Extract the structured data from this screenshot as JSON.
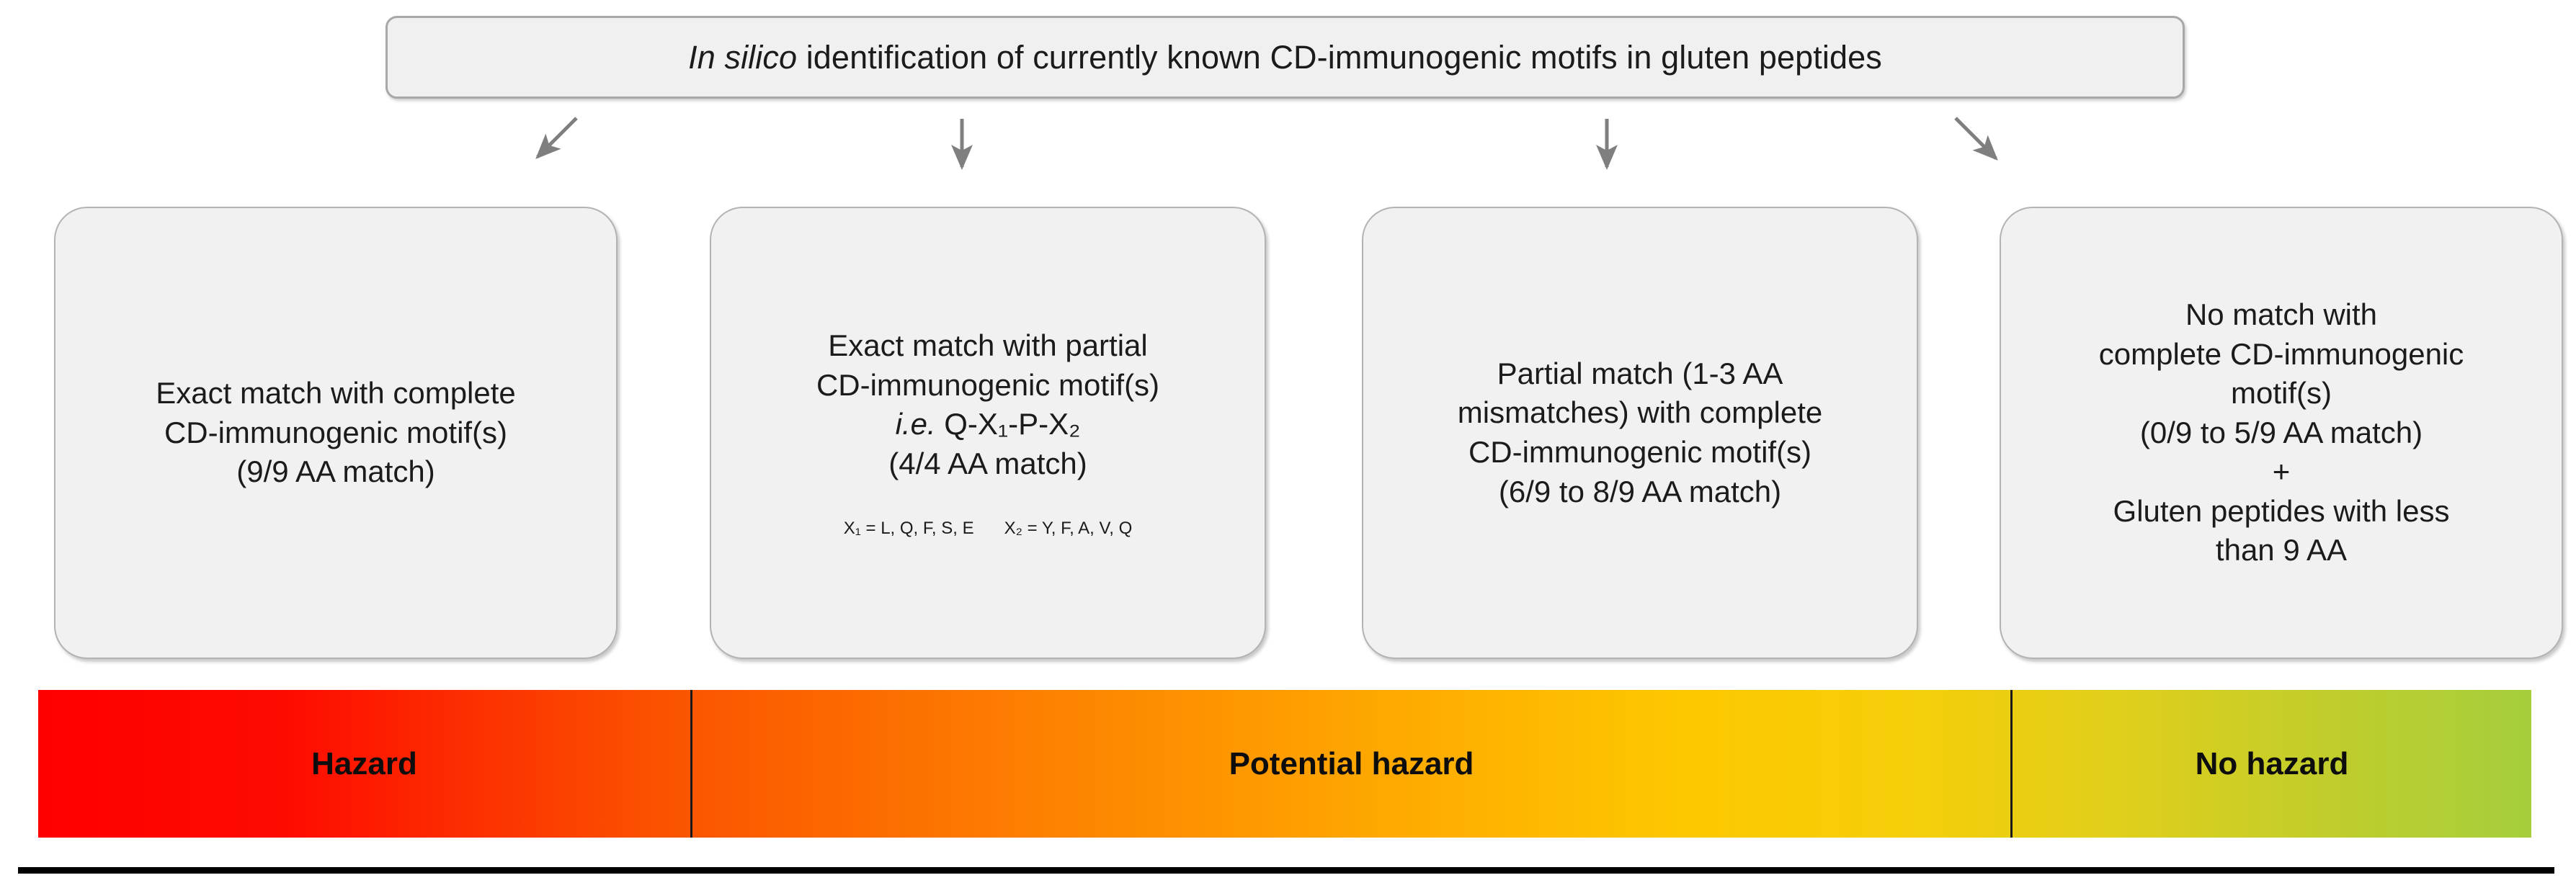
{
  "title": {
    "prefix_italic": "In silico",
    "rest": " identification of currently known CD-immunogenic motifs in gluten peptides"
  },
  "arrows": [
    {
      "name": "arrow-to-box-1",
      "direction": "down-left"
    },
    {
      "name": "arrow-to-box-2",
      "direction": "down"
    },
    {
      "name": "arrow-to-box-3",
      "direction": "down"
    },
    {
      "name": "arrow-to-box-4",
      "direction": "down-right"
    }
  ],
  "arrow_color": "#7f7f7f",
  "boxes": [
    {
      "id": "box-1",
      "lines": [
        "Exact match with complete",
        "CD-immunogenic motif(s)",
        "(9/9 AA match)"
      ],
      "note": ""
    },
    {
      "id": "box-2",
      "lines": [
        "Exact match with partial",
        "CD-immunogenic motif(s)",
        "i.e. Q-X1-P-X2",
        "(4/4 AA match)"
      ],
      "motif_prefix_italic": "i.e.",
      "motif": "Q-X₁-P-X₂",
      "note_x1": "X₁ = L, Q, F, S, E",
      "note_x2": "X₂ = Y, F, A, V, Q"
    },
    {
      "id": "box-3",
      "lines": [
        "Partial match (1-3 AA",
        "mismatches) with complete",
        "CD-immunogenic motif(s)",
        "(6/9 to 8/9 AA match)"
      ],
      "note": ""
    },
    {
      "id": "box-4",
      "lines": [
        "No match with",
        "complete CD-immunogenic",
        "motif(s)",
        "(0/9 to 5/9 AA match)",
        "+",
        "Gluten peptides with less",
        "than 9 AA"
      ],
      "note": ""
    }
  ],
  "hazard_scale": {
    "segments": [
      {
        "id": "hazard",
        "label": "Hazard"
      },
      {
        "id": "potential",
        "label": "Potential hazard"
      },
      {
        "id": "nohazard",
        "label": "No hazard"
      }
    ],
    "gradient_start_color": "#FE0000",
    "gradient_mid_color": "#FDC800",
    "gradient_end_color": "#A5CE3C",
    "divider_color": "#1A1A1A"
  }
}
